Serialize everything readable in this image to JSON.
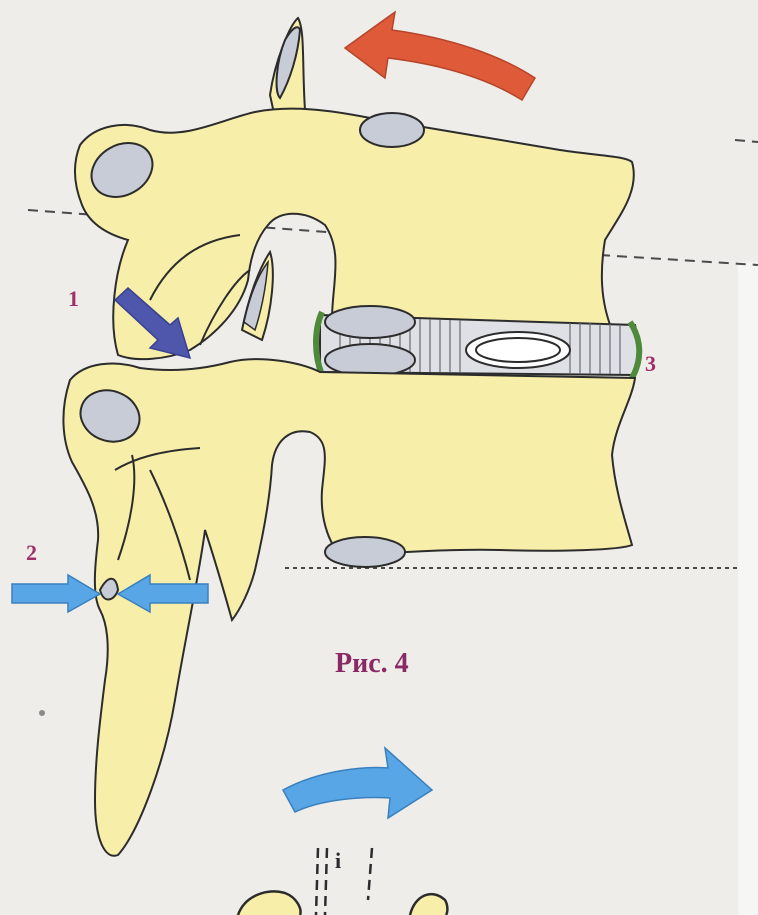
{
  "figure": {
    "caption": "Рис. 4",
    "labels": {
      "one": "1",
      "two": "2",
      "three": "3",
      "bottom_marker": "i"
    }
  },
  "colors": {
    "bone": "#f7eeaa",
    "outline": "#2c2c2c",
    "cartilage": "#c7ccd6",
    "disc_ring": "#dfe0e6",
    "ligament": "#4f8a3b",
    "rotation_arrow_red": "#de5a39",
    "arrow_dark_blue": "#4f57ad",
    "arrow_light_blue": "#58a6e6",
    "label_text": "#a0306a",
    "background": "#efedea"
  },
  "icons": {
    "arrow_1": "arrow-down-right-icon",
    "arrows_2": "compression-arrows-icon",
    "curved_red": "curved-arrow-left-icon",
    "curved_blue": "curved-arrow-right-icon"
  }
}
